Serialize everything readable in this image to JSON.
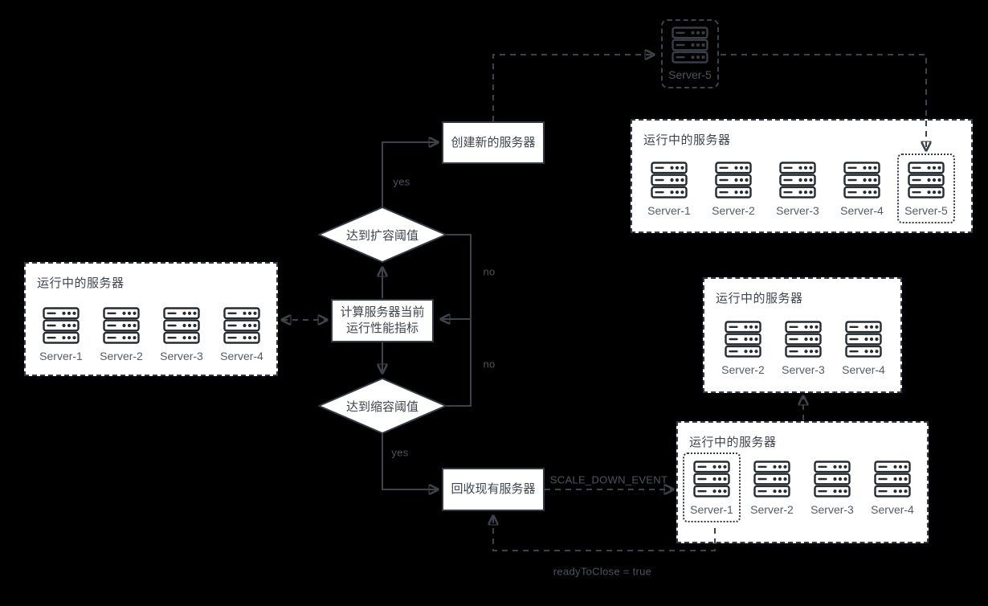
{
  "colors": {
    "background": "#000000",
    "wire": "#3e434b",
    "box_border": "#333a45",
    "box_fill": "#ffffff",
    "edge_label": "#4e545c",
    "node_text": "#3f454d",
    "group_title": "#3f454d",
    "server_label": "#565c63"
  },
  "nodes": {
    "create": {
      "label": "创建新的服务器"
    },
    "scale_up": {
      "label": "达到扩容阈值"
    },
    "compute": {
      "line1": "计算服务器当前",
      "line2": "运行性能指标"
    },
    "scale_down": {
      "label": "达到缩容阈值"
    },
    "recycle": {
      "label": "回收现有服务器"
    }
  },
  "standalone_server": {
    "label": "Server-5"
  },
  "groups": {
    "left": {
      "title": "运行中的服务器",
      "servers": [
        "Server-1",
        "Server-2",
        "Server-3",
        "Server-4"
      ]
    },
    "top_right": {
      "title": "运行中的服务器",
      "servers": [
        "Server-1",
        "Server-2",
        "Server-3",
        "Server-4",
        "Server-5"
      ],
      "highlighted": "Server-5"
    },
    "mid_right": {
      "title": "运行中的服务器",
      "servers": [
        "Server-2",
        "Server-3",
        "Server-4"
      ]
    },
    "bottom_right": {
      "title": "运行中的服务器",
      "servers": [
        "Server-1",
        "Server-2",
        "Server-3",
        "Server-4"
      ],
      "highlighted": "Server-1"
    }
  },
  "edge_labels": {
    "yes_scale_up": "yes",
    "no_scale_up": "no",
    "no_scale_down": "no",
    "yes_scale_down": "yes",
    "scale_down_event": "SCALE_DOWN_EVENT",
    "ready_to_close": "readyToClose = true"
  }
}
